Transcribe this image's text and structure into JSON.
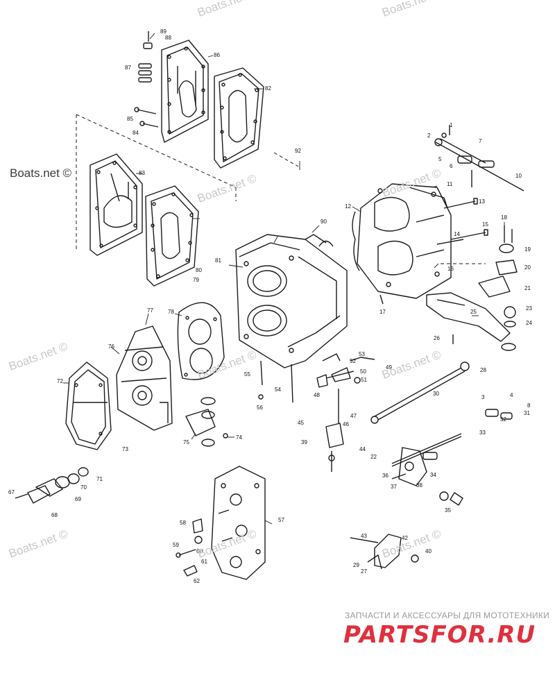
{
  "watermarks": {
    "main": "Boats.net ©",
    "faint": "Boats.net ©"
  },
  "branding": {
    "subtitle": "ЗАПЧАСТИ И АКСЕССУАРЫ ДЛЯ МОТОТЕХНИКИ",
    "logo": "PARTSFOR.RU",
    "logo_color": "#e0303e"
  },
  "callouts": [
    "1",
    "2",
    "3",
    "4",
    "5",
    "6",
    "7",
    "8",
    "10",
    "11",
    "12",
    "13",
    "14",
    "15",
    "16",
    "17",
    "18",
    "19",
    "20",
    "21",
    "22",
    "23",
    "24",
    "25",
    "26",
    "27",
    "28",
    "29",
    "30",
    "31",
    "32",
    "33",
    "34",
    "35",
    "36",
    "37",
    "38",
    "39",
    "40",
    "42",
    "43",
    "44",
    "45",
    "46",
    "47",
    "48",
    "49",
    "50",
    "51",
    "52",
    "53",
    "54",
    "55",
    "56",
    "57",
    "58",
    "59",
    "60",
    "61",
    "62",
    "67",
    "68",
    "69",
    "70",
    "71",
    "72",
    "73",
    "74",
    "75",
    "76",
    "77",
    "78",
    "79",
    "80",
    "81",
    "82",
    "83",
    "84",
    "85",
    "86",
    "87",
    "88",
    "89",
    "90",
    "92"
  ]
}
